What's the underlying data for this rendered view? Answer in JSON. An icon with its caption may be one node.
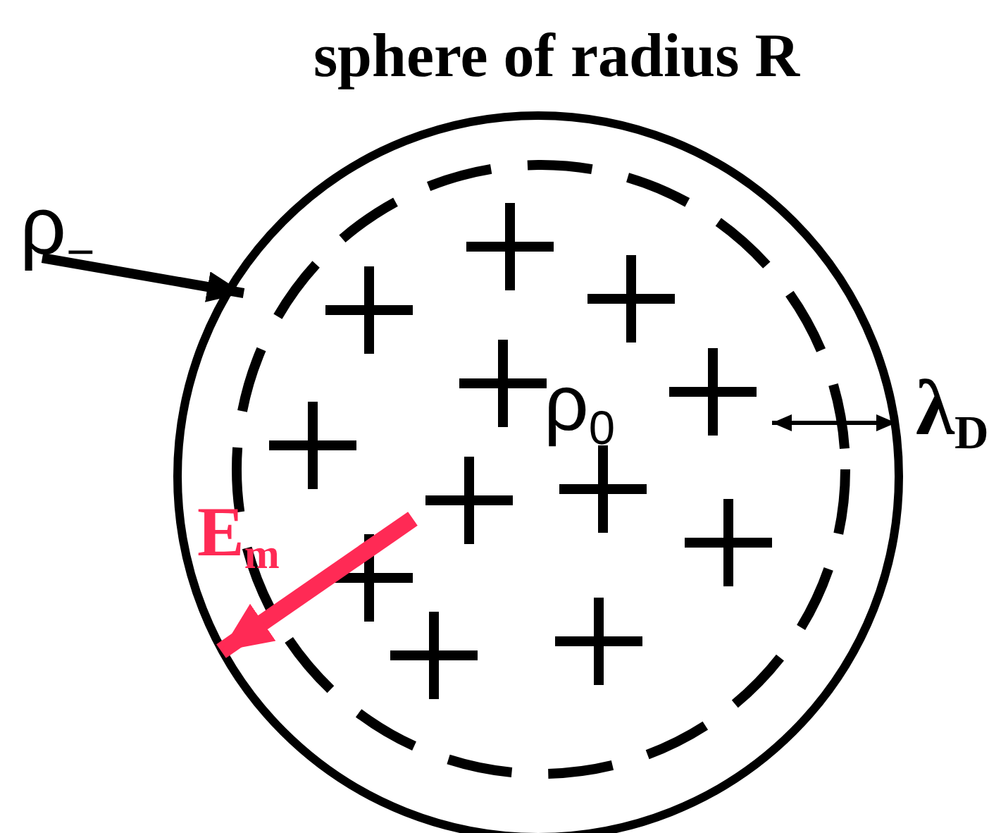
{
  "diagram": {
    "title": "sphere of radius R",
    "nodes": [
      {
        "text": [
          "ρ$_{−}$"
        ]
      },
      {
        "text": [],
        "shape": "circle"
      }
    ],
    "edges": [
      {
        "from": 0,
        "to": 1,
        "arrow": "to"
      }
    ],
    "labels": [
      "ρ$_{0}$",
      "λ$_{D}$",
      "E$_{m}$"
    ]
  }
}
